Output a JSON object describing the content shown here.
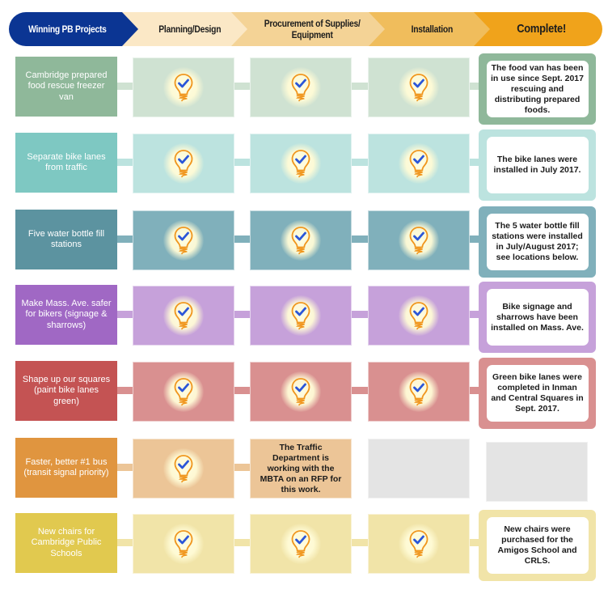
{
  "header": {
    "stages": [
      "Winning PB Projects",
      "Planning/Design",
      "Procurement of Supplies/ Equipment",
      "Installation",
      "Complete!"
    ],
    "colors": [
      "#0b3593",
      "#fbe8c6",
      "#f4d396",
      "#f0bd5c",
      "#f0a31b"
    ]
  },
  "status_icon": "lightbulb-check-icon",
  "projects": [
    {
      "name": "Cambridge prepared food rescue freezer van",
      "dark": "#8fb89a",
      "light": "#cfe2d2",
      "frame": "#8fb89a",
      "stages": [
        "done",
        "done",
        "done"
      ],
      "complete_text": "The food van has been in use since Sept. 2017 rescuing and distributing prepared foods."
    },
    {
      "name": "Separate bike lanes from traffic",
      "dark": "#7ec8c2",
      "light": "#bce3df",
      "frame": "#bce3df",
      "stages": [
        "done",
        "done",
        "done"
      ],
      "complete_text": "The bike lanes were installed in July 2017."
    },
    {
      "name": "Five water bottle fill stations",
      "dark": "#5c93a0",
      "light": "#80b0bb",
      "frame": "#80b0bb",
      "stages": [
        "done",
        "done",
        "done"
      ],
      "complete_text": "The 5 water bottle fill stations were installed in July/August 2017; see locations below."
    },
    {
      "name": "Make Mass. Ave. safer for bikers (signage & sharrows)",
      "dark": "#a068c4",
      "light": "#c6a1da",
      "frame": "#c6a1da",
      "stages": [
        "done",
        "done",
        "done"
      ],
      "complete_text": "Bike signage and sharrows have been installed on Mass. Ave."
    },
    {
      "name": "Shape up our squares (paint bike lanes green)",
      "dark": "#c45353",
      "light": "#d99090",
      "frame": "#d99090",
      "stages": [
        "done",
        "done",
        "done"
      ],
      "complete_text": "Green bike lanes were completed in Inman and Central Squares in Sept. 2017."
    },
    {
      "name": "Faster, better #1 bus (transit signal priority)",
      "dark": "#e0953f",
      "light": "#ecc597",
      "frame": null,
      "stages": [
        "done",
        "text",
        "empty"
      ],
      "stage_text": "The Traffic Department is working with the MBTA on an RFP for this work.",
      "complete_text": null
    },
    {
      "name": "New chairs for Cambridge Public Schools",
      "dark": "#e1c94f",
      "light": "#f1e4a8",
      "frame": "#f1e4a8",
      "stages": [
        "done",
        "done",
        "done"
      ],
      "complete_text": "New chairs were purchased for the Amigos School and CRLS."
    }
  ]
}
